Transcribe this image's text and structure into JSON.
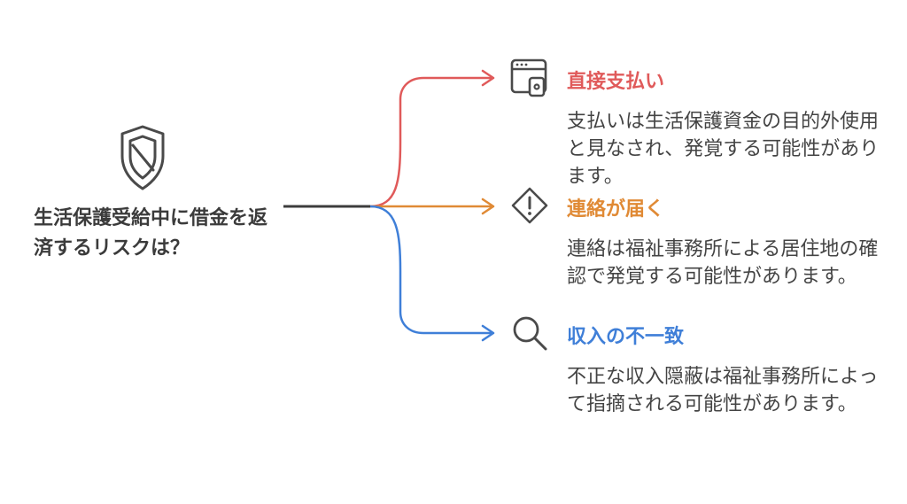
{
  "root": {
    "title": "生活保護受給中に借金を返済するリスクは？",
    "icon": "shield-slash-icon"
  },
  "branches": [
    {
      "title": "直接支払い",
      "description": "支払いは生活保護資金の目的外使用と見なされ、発覚する可能性があります。",
      "icon": "browser-payment-icon",
      "color": "#e05a5a"
    },
    {
      "title": "連絡が届く",
      "description": "連絡は福祉事務所による居住地の確認で発覚する可能性があります。",
      "icon": "warning-diamond-icon",
      "color": "#e08a35"
    },
    {
      "title": "収入の不一致",
      "description": "不正な収入隠蔽は福祉事務所によって指摘される可能性があります。",
      "icon": "magnifier-icon",
      "color": "#3f7fd8"
    }
  ]
}
